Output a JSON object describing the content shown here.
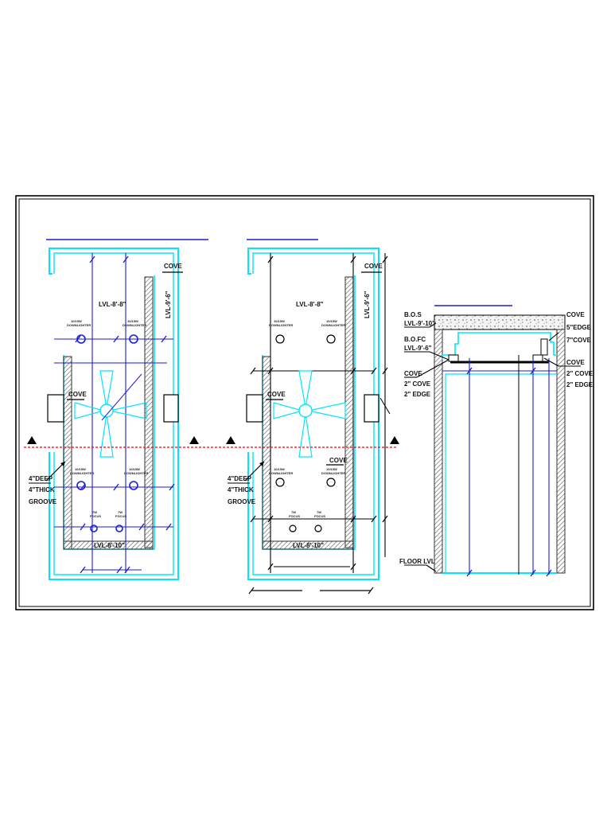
{
  "colors": {
    "wall": "#00e5ff",
    "dim": "#1b1bd6",
    "outline": "#000000",
    "section_line": "#ff0000",
    "hatch": "#555555"
  },
  "plan1": {
    "cove_label": "COVE",
    "level_label": "LVL-8'-8\"",
    "side_level_label": "LVL-9'-6\"",
    "bottom_level_label": "LVL-8'-10\"",
    "downlight_label_1": "10/15W",
    "downlight_label_2": "DOWNLIGHTER",
    "focus_label_1": "7W",
    "focus_label_2": "FOCUS",
    "groove_line1": "4\"DEEP",
    "groove_line2": "4\"THICK",
    "groove_line3": "GROOVE"
  },
  "plan2": {
    "cove_label": "COVE",
    "level_label": "LVL-8'-8\"",
    "side_level_label": "LVL-9'-6\"",
    "bottom_level_label": "LVL-8'-10\"",
    "downlight_label_1": "10/15W",
    "downlight_label_2": "DOWNLIGHTER",
    "focus_label_1": "7W",
    "focus_label_2": "FOCUS",
    "groove_line1": "4\"DEEP",
    "groove_line2": "4\"THICK",
    "groove_line3": "GROOVE"
  },
  "section": {
    "bos_label": "B.O.S",
    "bos_level": "LVL-9'-10\"",
    "bofc_label": "B.O.FC",
    "bofc_level": "LVL-9'-6\"",
    "left_cove": "COVE",
    "left_cove_size": "2\" COVE",
    "left_edge": "2\" EDGE",
    "right_cove_top": "COVE",
    "right_edge_5": "5\"EDGE",
    "right_cove_7": "7\"COVE",
    "right_cove_b": "COVE",
    "right_cove_2": "2\" COVE",
    "right_edge_2": "2\" EDGE",
    "floor_label": "FLOOR LVL"
  }
}
